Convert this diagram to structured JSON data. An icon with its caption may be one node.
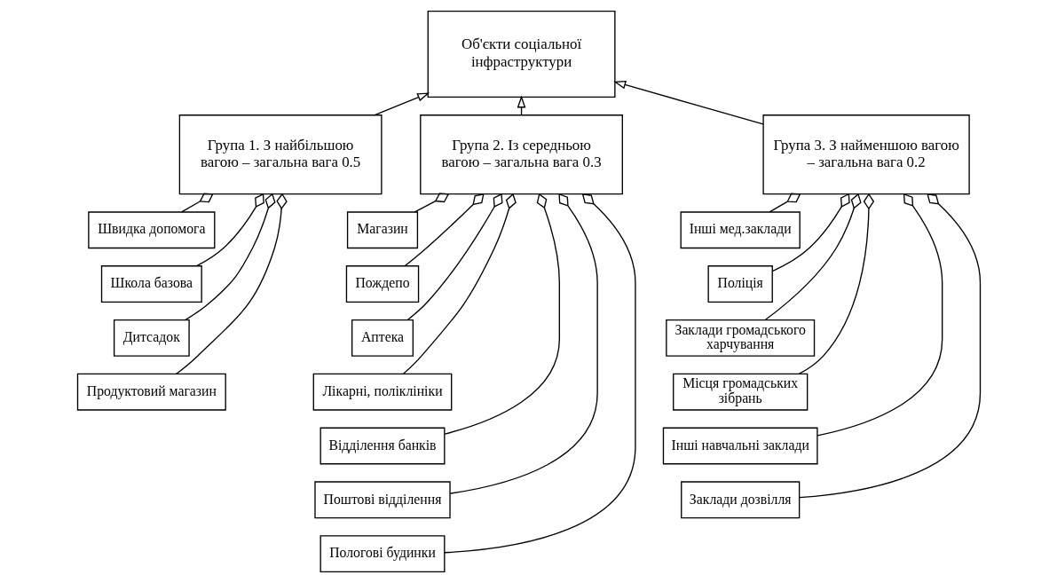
{
  "diagram": {
    "nodes": [
      {
        "text": [
          "Об'єкти соціальної інфраструктури"
        ]
      },
      {
        "text": [
          "Група 1. З найбільшою вагою – загальна вага 0.5"
        ]
      },
      {
        "text": [
          "Група 2. Із середньою вагою – загальна вага 0.3"
        ]
      },
      {
        "text": [
          "Група 3. З найменшою вагою – загальна вага 0.2"
        ]
      },
      {
        "text": [
          "Швидка допомога"
        ]
      },
      {
        "text": [
          "Школа базова"
        ]
      },
      {
        "text": [
          "Дитсадок"
        ]
      },
      {
        "text": [
          "Продуктовий магазин"
        ]
      },
      {
        "text": [
          "Магазин"
        ]
      },
      {
        "text": [
          "Пождепо"
        ]
      },
      {
        "text": [
          "Аптека"
        ]
      },
      {
        "text": [
          "Лікарні, поліклініки"
        ]
      },
      {
        "text": [
          "Відділення банків"
        ]
      },
      {
        "text": [
          "Поштові відділення"
        ]
      },
      {
        "text": [
          "Пологові будинки"
        ]
      },
      {
        "text": [
          "Інші мед.заклади"
        ]
      },
      {
        "text": [
          "Поліція"
        ]
      },
      {
        "text": [
          "Заклади громадського харчування"
        ]
      },
      {
        "text": [
          "Місця громадських зібрань"
        ]
      },
      {
        "text": [
          "Інші навчальні заклади"
        ]
      },
      {
        "text": [
          "Заклади дозвілля"
        ]
      }
    ],
    "edges": [
      {
        "from": 1,
        "to": 0,
        "arrow": "to"
      },
      {
        "from": 2,
        "to": 0,
        "arrow": "to"
      },
      {
        "from": 3,
        "to": 0,
        "arrow": "to"
      },
      {
        "from": 1,
        "to": 4,
        "arrow": "other"
      },
      {
        "from": 1,
        "to": 5,
        "arrow": "other"
      },
      {
        "from": 1,
        "to": 6,
        "arrow": "other"
      },
      {
        "from": 1,
        "to": 7,
        "arrow": "other"
      },
      {
        "from": 2,
        "to": 8,
        "arrow": "other"
      },
      {
        "from": 2,
        "to": 9,
        "arrow": "other"
      },
      {
        "from": 2,
        "to": 10,
        "arrow": "other"
      },
      {
        "from": 2,
        "to": 11,
        "arrow": "other"
      },
      {
        "from": 2,
        "to": 12,
        "arrow": "other"
      },
      {
        "from": 2,
        "to": 13,
        "arrow": "other"
      },
      {
        "from": 2,
        "to": 14,
        "arrow": "other"
      },
      {
        "from": 3,
        "to": 15,
        "arrow": "other"
      },
      {
        "from": 3,
        "to": 16,
        "arrow": "other"
      },
      {
        "from": 3,
        "to": 17,
        "arrow": "other"
      },
      {
        "from": 3,
        "to": 18,
        "arrow": "other"
      },
      {
        "from": 3,
        "to": 19,
        "arrow": "other"
      },
      {
        "from": 3,
        "to": 20,
        "arrow": "other"
      }
    ]
  }
}
